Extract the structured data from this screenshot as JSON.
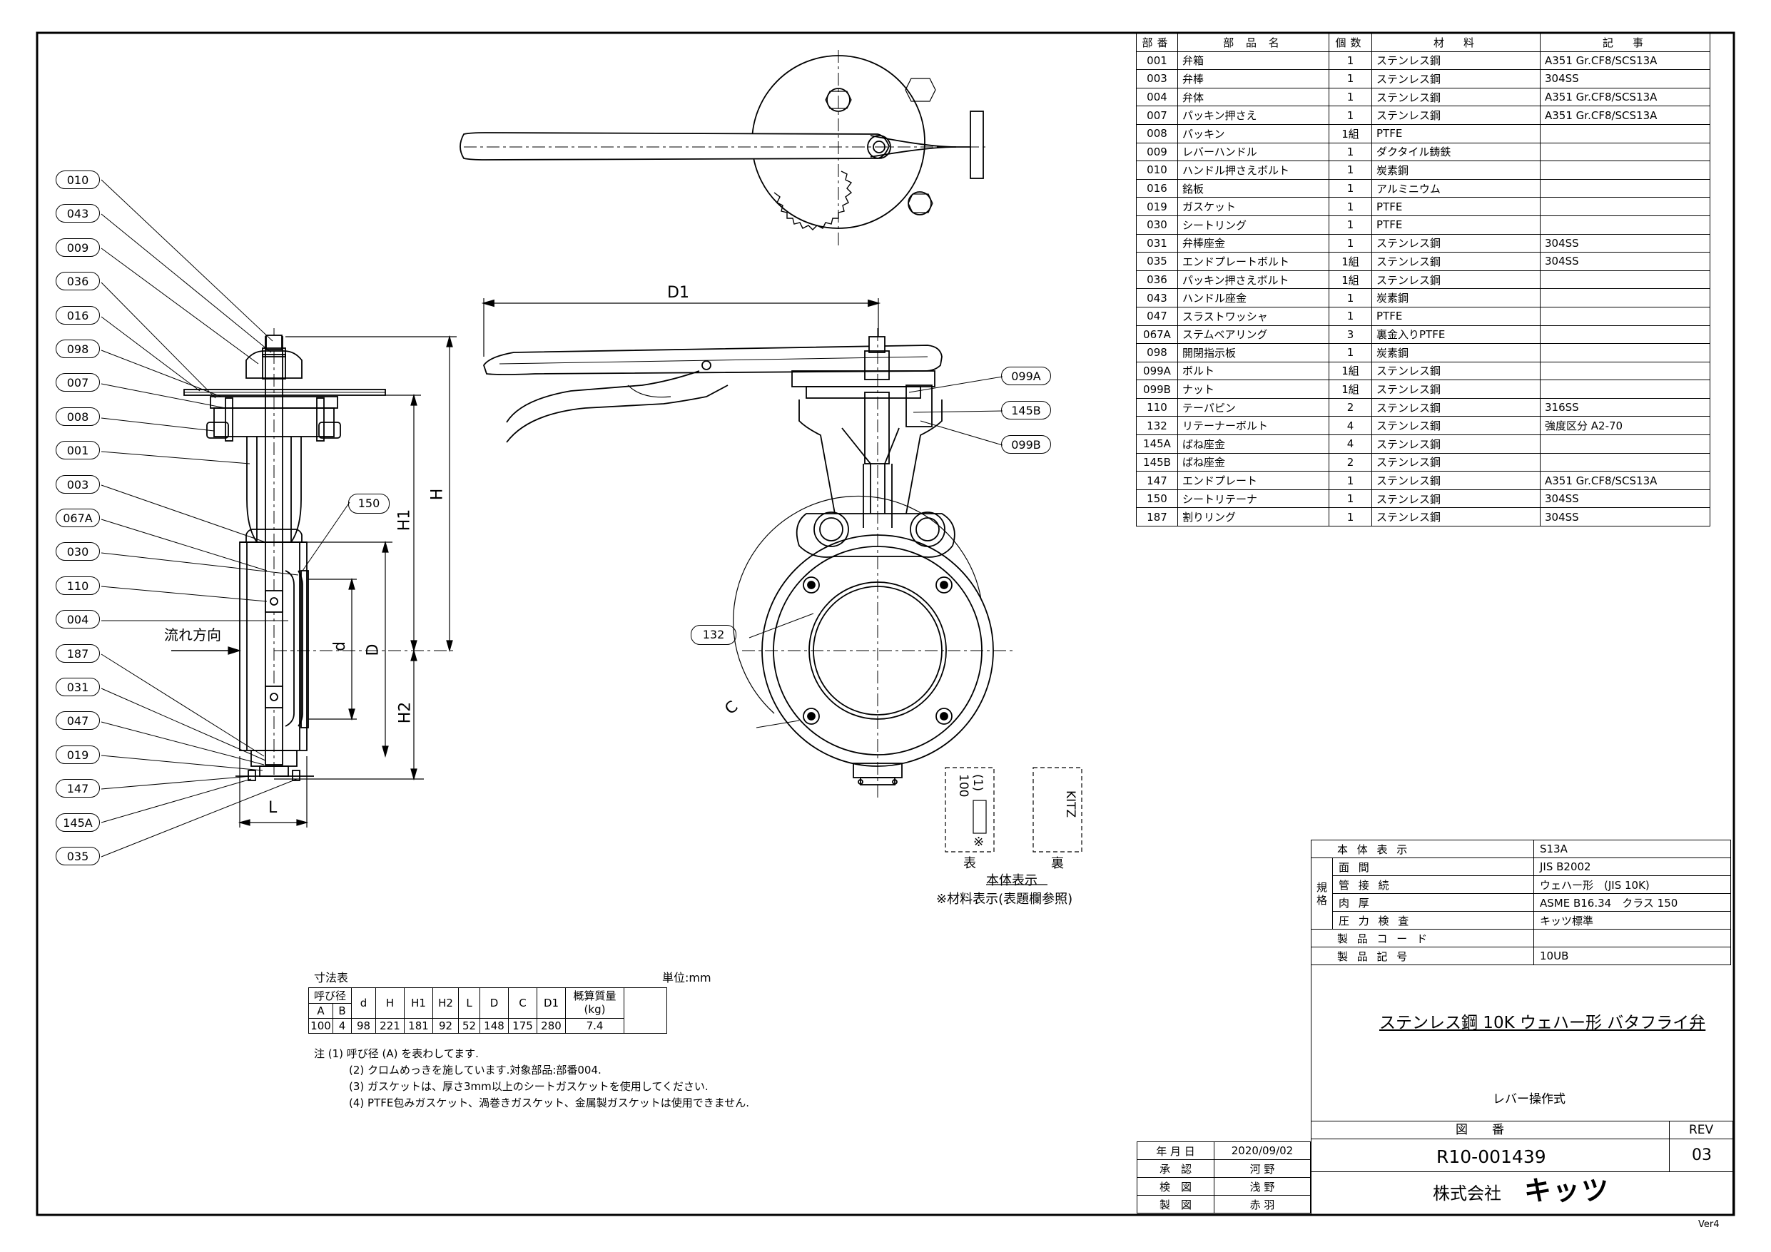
{
  "parts_table": {
    "headers": [
      "部番",
      "部 品 名",
      "個数",
      "材　料",
      "記　事"
    ],
    "rows": [
      [
        "001",
        "弁箱",
        "1",
        "ステンレス鋼",
        "A351 Gr.CF8/SCS13A"
      ],
      [
        "003",
        "弁棒",
        "1",
        "ステンレス鋼",
        "304SS"
      ],
      [
        "004",
        "弁体",
        "1",
        "ステンレス鋼",
        "A351 Gr.CF8/SCS13A"
      ],
      [
        "007",
        "パッキン押さえ",
        "1",
        "ステンレス鋼",
        "A351 Gr.CF8/SCS13A"
      ],
      [
        "008",
        "パッキン",
        "1組",
        "PTFE",
        ""
      ],
      [
        "009",
        "レバーハンドル",
        "1",
        "ダクタイル鋳鉄",
        ""
      ],
      [
        "010",
        "ハンドル押さえボルト",
        "1",
        "炭素鋼",
        ""
      ],
      [
        "016",
        "銘板",
        "1",
        "アルミニウム",
        ""
      ],
      [
        "019",
        "ガスケット",
        "1",
        "PTFE",
        ""
      ],
      [
        "030",
        "シートリング",
        "1",
        "PTFE",
        ""
      ],
      [
        "031",
        "弁棒座金",
        "1",
        "ステンレス鋼",
        "304SS"
      ],
      [
        "035",
        "エンドプレートボルト",
        "1組",
        "ステンレス鋼",
        "304SS"
      ],
      [
        "036",
        "パッキン押さえボルト",
        "1組",
        "ステンレス鋼",
        ""
      ],
      [
        "043",
        "ハンドル座金",
        "1",
        "炭素鋼",
        ""
      ],
      [
        "047",
        "スラストワッシャ",
        "1",
        "PTFE",
        ""
      ],
      [
        "067A",
        "ステムベアリング",
        "3",
        "裏金入りPTFE",
        ""
      ],
      [
        "098",
        "開閉指示板",
        "1",
        "炭素鋼",
        ""
      ],
      [
        "099A",
        "ボルト",
        "1組",
        "ステンレス鋼",
        ""
      ],
      [
        "099B",
        "ナット",
        "1組",
        "ステンレス鋼",
        ""
      ],
      [
        "110",
        "テーパピン",
        "2",
        "ステンレス鋼",
        "316SS"
      ],
      [
        "132",
        "リテーナーボルト",
        "4",
        "ステンレス鋼",
        "強度区分 A2-70"
      ],
      [
        "145A",
        "ばね座金",
        "4",
        "ステンレス鋼",
        ""
      ],
      [
        "145B",
        "ばね座金",
        "2",
        "ステンレス鋼",
        ""
      ],
      [
        "147",
        "エンドプレート",
        "1",
        "ステンレス鋼",
        "A351 Gr.CF8/SCS13A"
      ],
      [
        "150",
        "シートリテーナ",
        "1",
        "ステンレス鋼",
        "304SS"
      ],
      [
        "187",
        "割りリング",
        "1",
        "ステンレス鋼",
        "304SS"
      ]
    ]
  },
  "balloons_left": [
    "010",
    "043",
    "009",
    "036",
    "016",
    "098",
    "007",
    "008",
    "001",
    "003",
    "067A",
    "030",
    "110",
    "004",
    "187",
    "031",
    "047",
    "019",
    "147",
    "145A",
    "035"
  ],
  "balloons_right": [
    "099A",
    "145B",
    "099B"
  ],
  "balloon_150": "150",
  "balloon_132": "132",
  "dim_labels": {
    "H": "H",
    "H1": "H1",
    "H2": "H2",
    "D": "D",
    "d": "d",
    "L": "L",
    "D1": "D1",
    "C": "C"
  },
  "flow_label": "流れ方向",
  "marking": {
    "front_text": "(1)\n100",
    "front_mark": "※",
    "back_text": "KITZ",
    "front_label": "表",
    "back_label": "裏",
    "title": "本体表示",
    "note": "※材料表示(表題欄参照)"
  },
  "dim_table": {
    "caption": "寸法表",
    "unit": "単位:mm",
    "header_group": "呼び径",
    "headers": [
      "A",
      "B",
      "d",
      "H",
      "H1",
      "H2",
      "L",
      "D",
      "C",
      "D1"
    ],
    "mass_header": "概算質量\n(kg)",
    "row": [
      "100",
      "4",
      "98",
      "221",
      "181",
      "92",
      "52",
      "148",
      "175",
      "280"
    ],
    "mass": "7.4",
    "notes": [
      "注 (1) 呼び径 (A) を表わしてます.",
      "(2) クロムめっきを施しています.対象部品:部番004.",
      "(3) ガスケットは、厚さ3mm以上のシートガスケットを使用してください.",
      "(4) PTFE包みガスケット、渦巻きガスケット、金属製ガスケットは使用できません."
    ]
  },
  "spec": {
    "rows": [
      [
        "本 体 表 示",
        "S13A"
      ],
      [
        "面 間",
        "JIS B2002"
      ],
      [
        "管 接 続",
        "ウェハー形　(JIS 10K)"
      ],
      [
        "肉 厚",
        "ASME B16.34　クラス 150"
      ],
      [
        "圧 力 検 査",
        "キッツ標準"
      ],
      [
        "製 品 コ ー ド",
        ""
      ],
      [
        "製 品 記 号",
        "10UB"
      ]
    ],
    "group_label": "規\n格"
  },
  "title_block": {
    "title": "ステンレス鋼 10K ウェハー形 バタフライ弁",
    "subtitle": "レバー操作式",
    "drawing_no_label": "図　　番",
    "rev_label": "REV",
    "drawing_no": "R10-001439",
    "rev": "03",
    "company_prefix": "株式会社",
    "company": "キッツ"
  },
  "approval": {
    "rows": [
      [
        "年 月 日",
        "2020/09/02"
      ],
      [
        "承　認",
        "河 野"
      ],
      [
        "検　図",
        "浅 野"
      ],
      [
        "製　図",
        "赤 羽"
      ]
    ]
  },
  "version": "Ver4"
}
